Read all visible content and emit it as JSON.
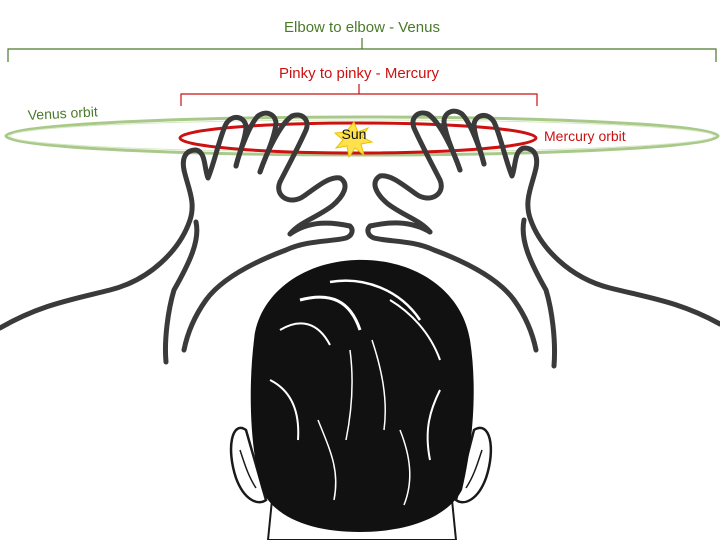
{
  "labels": {
    "elbow_to_elbow": "Elbow to elbow - Venus",
    "pinky_to_pinky": "Pinky to pinky - Mercury",
    "venus_orbit": "Venus orbit",
    "mercury_orbit": "Mercury orbit",
    "sun": "Sun"
  },
  "colors": {
    "venus": "#4a7a2a",
    "venus_ring": "#a9c98a",
    "mercury": "#cc1111",
    "sun_fill": "#ffe14d",
    "arm_stroke": "#3a3a3a",
    "hair": "#111111"
  },
  "icons": {
    "sun": "sun-star-icon",
    "head": "head-back-icon"
  }
}
